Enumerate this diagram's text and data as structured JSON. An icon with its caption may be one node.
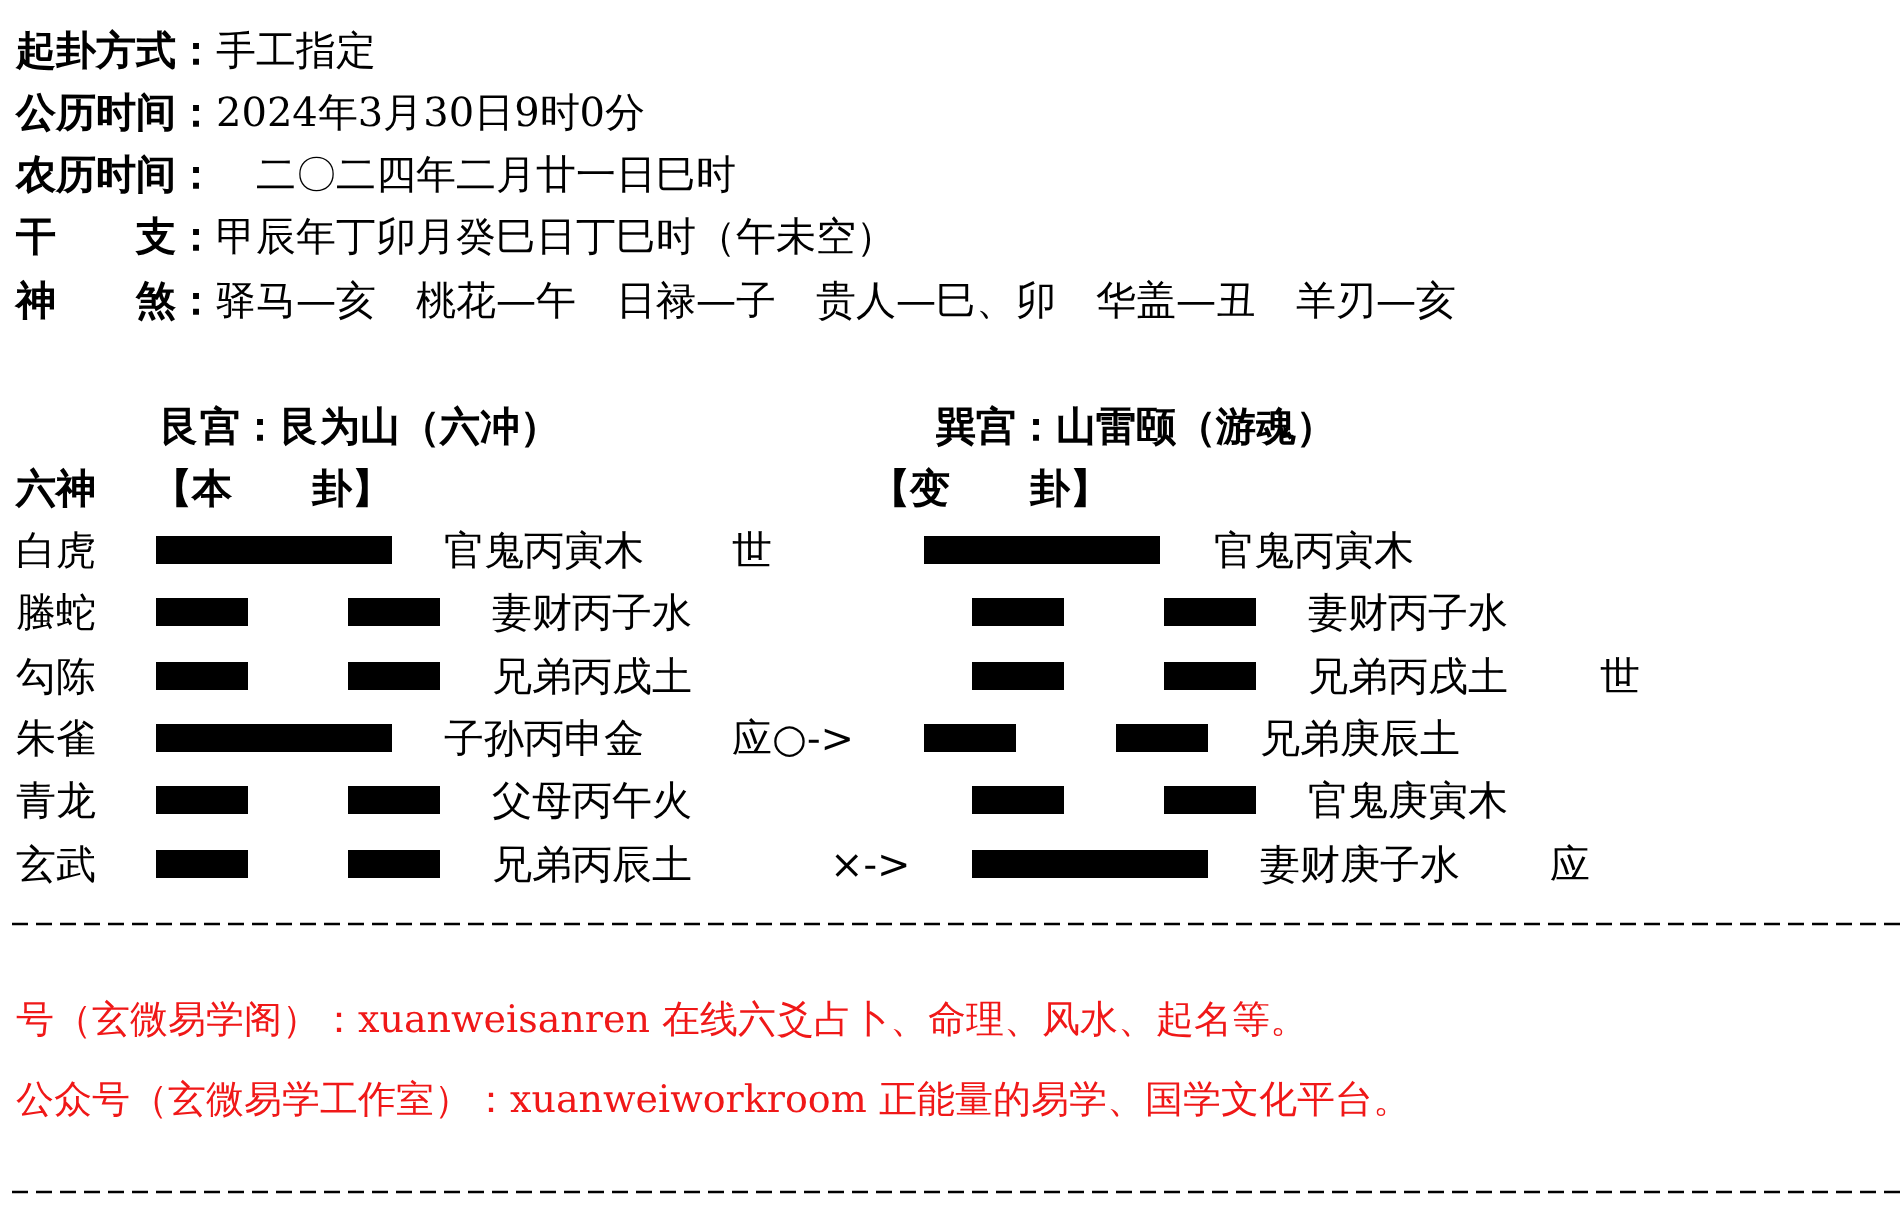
{
  "diagram": {
    "labels": [
      "**起卦方式：**手工指定",
      "**公历时间：**2024年3月30日9时0分",
      "**农历时间：**　二〇二四年二月廿一日巳时",
      "**干　　支：**甲辰年丁卯月癸巳日丁巳时（午未空）",
      "**神　　煞：**驿马—亥　桃花—午　日禄—子　贵人—巳、卯　华盖—丑　羊刃—亥",
      "艮宫：艮为山（六冲）",
      "巽宫：山雷颐（游魂）",
      "六神",
      "【本　　卦】",
      "【变　　卦】",
      "白虎",
      "官鬼丙寅木",
      "世",
      "官鬼丙寅木",
      "螣蛇",
      "妻财丙子水",
      "妻财丙子水",
      "勾陈",
      "兄弟丙戌土",
      "兄弟丙戌土",
      "世",
      "朱雀",
      "子孙丙申金",
      "应○->",
      "兄弟庚辰土",
      "青龙",
      "父母丙午火",
      "官鬼庚寅木",
      "玄武",
      "兄弟丙辰土",
      "×->",
      "妻财庚子水",
      "应",
      "号（玄微易学阁）：xuanweisanren 在线六爻占卜、命理、风水、起名等。",
      "公众号（玄微易学工作室）：xuanweiworkroom 正能量的易学、国学文化平台。"
    ]
  }
}
